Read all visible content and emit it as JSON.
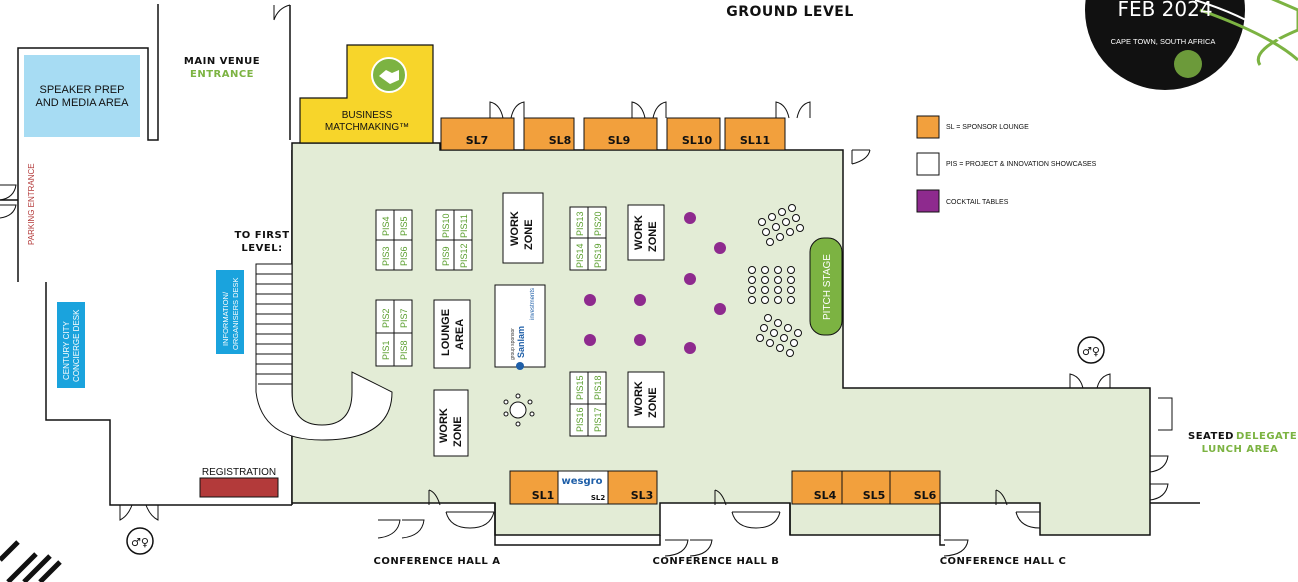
{
  "header": {
    "title": "GROUND LEVEL",
    "event_date": "FEB 2024",
    "event_location": "CAPE TOWN, SOUTH AFRICA"
  },
  "entrance": {
    "line1": "MAIN VENUE",
    "line2": "ENTRANCE"
  },
  "speaker_prep": {
    "line1": "SPEAKER PREP",
    "line2": "AND MEDIA AREA"
  },
  "parking": "PARKING ENTRANCE",
  "concierge": {
    "line1": "CENTURY CITY",
    "line2": "CONCIERGE DESK"
  },
  "info_desk": {
    "line1": "INFORMATION/",
    "line2": "ORGANISERS DESK"
  },
  "first_level": {
    "line1": "TO FIRST",
    "line2": "LEVEL:"
  },
  "business": {
    "line1": "BUSINESS",
    "line2": "MATCHMAKING™"
  },
  "registration": "REGISTRATION",
  "pitch_stage": "PITCH STAGE",
  "lounge_area": {
    "line1": "LOUNGE",
    "line2": "AREA"
  },
  "work_zone": {
    "line1": "WORK",
    "line2": "ZONE"
  },
  "sponsor_top": [
    "SL7",
    "SL8",
    "SL9",
    "SL10",
    "SL11"
  ],
  "sponsor_bottom_left": [
    "SL1",
    "SL2",
    "SL3"
  ],
  "sponsor_bottom_right": [
    "SL4",
    "SL5",
    "SL6"
  ],
  "wesgro": "wesgro",
  "pis_labels": {
    "a1": "PIS4",
    "a2": "PIS5",
    "a3": "PIS3",
    "a4": "PIS6",
    "b1": "PIS10",
    "b2": "PIS11",
    "b3": "PIS9",
    "b4": "PIS12",
    "c1": "PIS2",
    "c2": "PIS7",
    "c3": "PIS1",
    "c4": "PIS8",
    "d1": "PIS13",
    "d2": "PIS20",
    "d3": "PIS14",
    "d4": "PIS19",
    "e1": "PIS15",
    "e2": "PIS18",
    "e3": "PIS16",
    "e4": "PIS17"
  },
  "sanlam": {
    "line1": "group sponsor",
    "line2": "Sanlam",
    "line3": "investments"
  },
  "legend": [
    {
      "label": "SL = SPONSOR LOUNGE",
      "color": "#f2a03d"
    },
    {
      "label": "PIS = PROJECT & INNOVATION SHOWCASES",
      "color": "#ffffff"
    },
    {
      "label": "COCKTAIL TABLES",
      "color": "#8e2a8e"
    }
  ],
  "seated": {
    "line1a": "SEATED",
    "line1b": "DELEGATE",
    "line2": "LUNCH AREA"
  },
  "halls": [
    "CONFERENCE HALL A",
    "CONFERENCE HALL B",
    "CONFERENCE HALL C"
  ],
  "colors": {
    "floor": "#e3ecd6",
    "sponsor": "#f2a03d",
    "business": "#f7d52a",
    "speaker": "#a7dcf3",
    "info_blue": "#1aa3dd",
    "registration": "#b33a3a",
    "pitch": "#7cb342",
    "cocktail": "#8e2a8e",
    "accent_green": "#7cb342"
  }
}
